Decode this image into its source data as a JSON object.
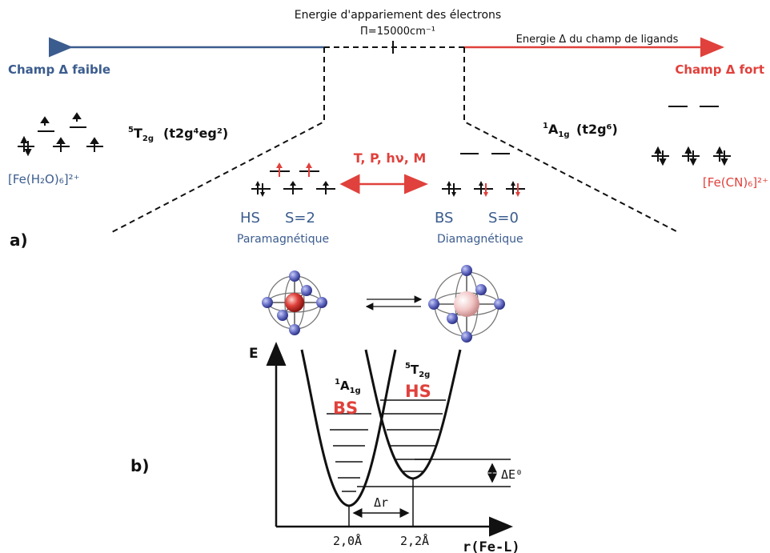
{
  "colors": {
    "blue": "#3b5c8e",
    "red": "#e0413c",
    "black": "#111111",
    "atom_blue": "#6a72c8",
    "atom_red": "#e0413c",
    "atom_pink": "#f2c6c6"
  },
  "part_a": {
    "label": "a)",
    "top_title": "Energie d'appariement des électrons",
    "pairing_energy": "Π=15000cm⁻¹",
    "ligand_field_label": "Energie Δ du champ de ligands",
    "weak_field": "Champ Δ faible",
    "strong_field": "Champ Δ fort",
    "hs_term_main": "T",
    "hs_term_sup": "5",
    "hs_term_sub": "2g",
    "hs_config": "(t2g⁴eg²)",
    "ls_term_main": "A",
    "ls_term_sup": "1",
    "ls_term_sub": "1g",
    "ls_config": "(t2g⁶)",
    "weak_complex": "[Fe(H₂O)₆]²⁺",
    "strong_complex": "[Fe(CN)₆]²⁺",
    "stimuli": "T, P, hν, M",
    "hs_label": "HS",
    "hs_spin": "S=2",
    "hs_magnetism": "Paramagnétique",
    "ls_label": "BS",
    "ls_spin": "S=0",
    "ls_magnetism": "Diamagnétique"
  },
  "part_b": {
    "label": "b)",
    "y_axis": "E",
    "x_axis": "r(Fe-L)",
    "well_ls_sup": "1",
    "well_ls_main": "A",
    "well_ls_sub": "1g",
    "well_ls_name": "BS",
    "well_hs_sup": "5",
    "well_hs_main": "T",
    "well_hs_sub": "2g",
    "well_hs_name": "HS",
    "delta_e": "ΔE⁰",
    "delta_r": "Δr",
    "r_ls": "2,0Å",
    "r_hs": "2,2Å"
  }
}
